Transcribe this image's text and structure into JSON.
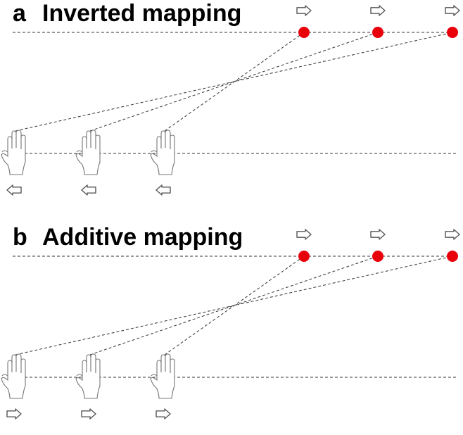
{
  "panels": [
    {
      "letter": "a",
      "title": "Inverted mapping",
      "target_direction": "right",
      "hand_direction": "left",
      "targets": 3,
      "hands": 3,
      "mapping": "inverted",
      "target_color": "#e8000b"
    },
    {
      "letter": "b",
      "title": "Additive mapping",
      "target_direction": "right",
      "hand_direction": "right",
      "targets": 3,
      "hands": 3,
      "mapping": "additive",
      "target_color": "#e8000b"
    }
  ],
  "icons": {
    "target_arrow": "arrow-right-icon",
    "hand": "hand-icon",
    "hand_arrow_a": "arrow-left-icon",
    "hand_arrow_b": "arrow-right-icon"
  }
}
